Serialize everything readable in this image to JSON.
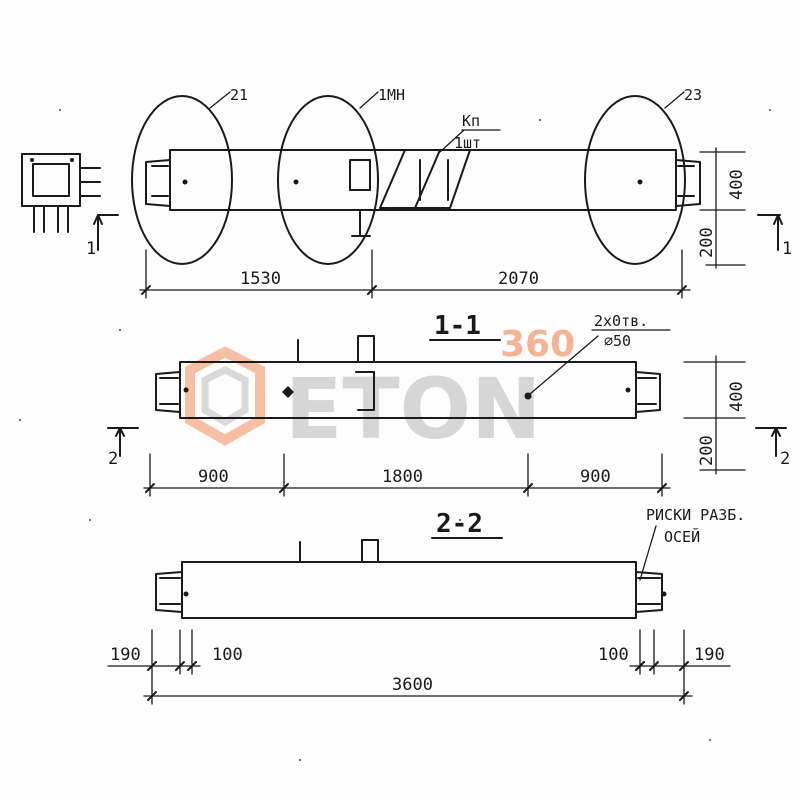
{
  "watermark": {
    "brand_text": "ETON",
    "brand_number": "360",
    "accent_color": "#f2a27a",
    "gray_color": "#c9c9c9"
  },
  "plan": {
    "callout_left": "21",
    "callout_middle": "1МН",
    "callout_right": "23",
    "callout_kp_line1": "Кп",
    "callout_kp_line2": "1шт",
    "dim_total_left": "1530",
    "dim_total_right": "2070",
    "dim_height_top": "400",
    "dim_height_bottom": "200",
    "cut_mark_left": "1",
    "cut_mark_right": "1"
  },
  "section_1_1": {
    "title": "1-1",
    "hole_note_line1": "2х0тв.",
    "hole_note_line2": "⌀50",
    "dim_left": "900",
    "dim_middle": "1800",
    "dim_right": "900",
    "dim_height_top": "400",
    "dim_height_bottom": "200",
    "cut_mark_left": "2",
    "cut_mark_right": "2"
  },
  "section_2_2": {
    "title": "2-2",
    "note_line1": "РИСКИ РАЗБ.",
    "note_line2": "ОСЕЙ",
    "dim_190_left": "190",
    "dim_100_left": "100",
    "dim_100_right": "100",
    "dim_190_right": "190",
    "dim_total": "3600"
  }
}
